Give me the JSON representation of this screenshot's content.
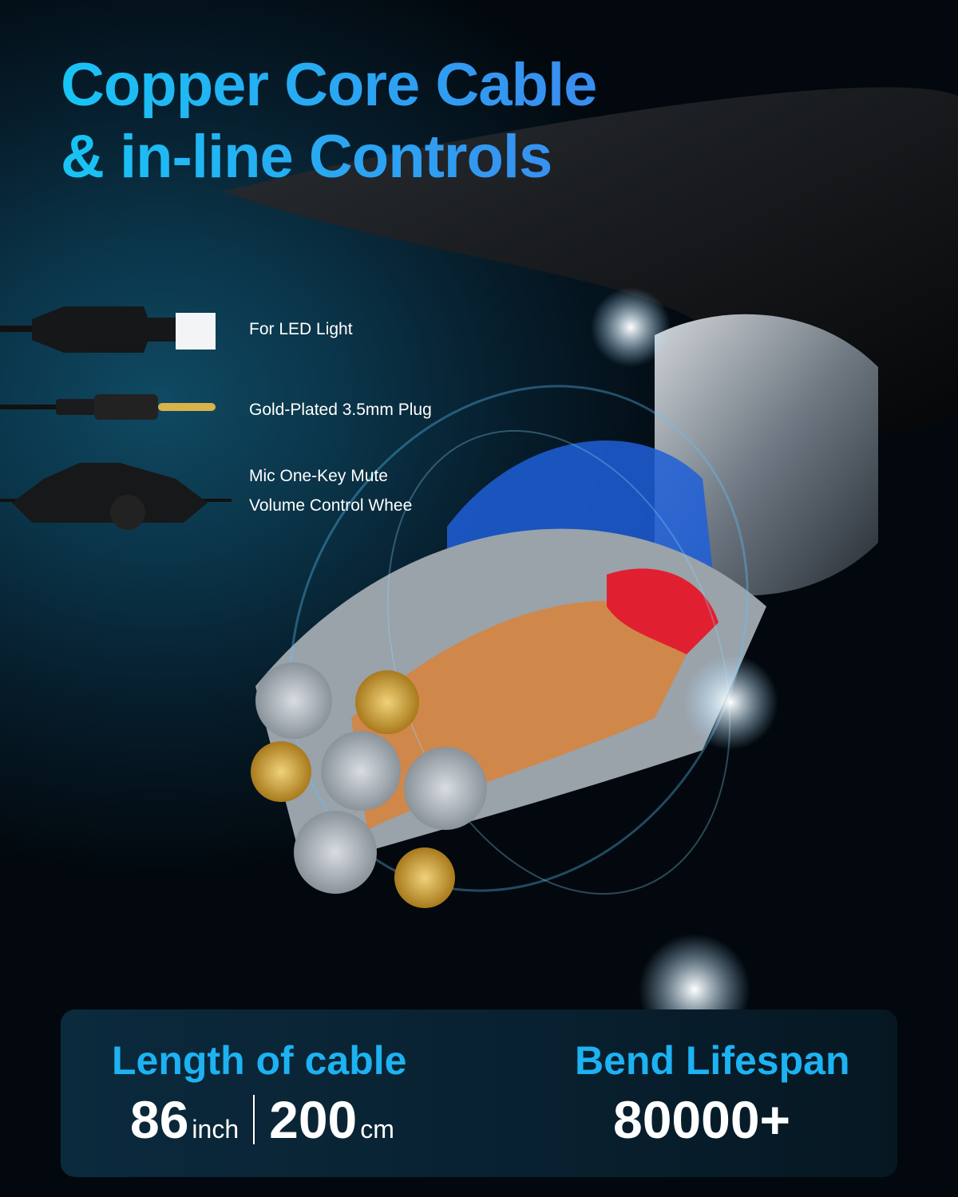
{
  "title": {
    "line1": "Copper Core Cable",
    "line2": "& in-line Controls"
  },
  "features": [
    {
      "icon": "usb-plug-icon",
      "label": "For LED Light"
    },
    {
      "icon": "audio-jack-icon",
      "label": "Gold-Plated 3.5mm Plug"
    },
    {
      "icon": "inline-control-icon",
      "label_line1": "Mic One-Key Mute",
      "label_line2": "Volume Control Whee"
    }
  ],
  "stats": {
    "length": {
      "label": "Length of cable",
      "value1": "86",
      "unit1": "inch",
      "value2": "200",
      "unit2": "cm"
    },
    "bend": {
      "label": "Bend Lifespan",
      "value": "80000+"
    }
  },
  "colors": {
    "accent": "#1db2f2",
    "background": "#061c2a"
  }
}
